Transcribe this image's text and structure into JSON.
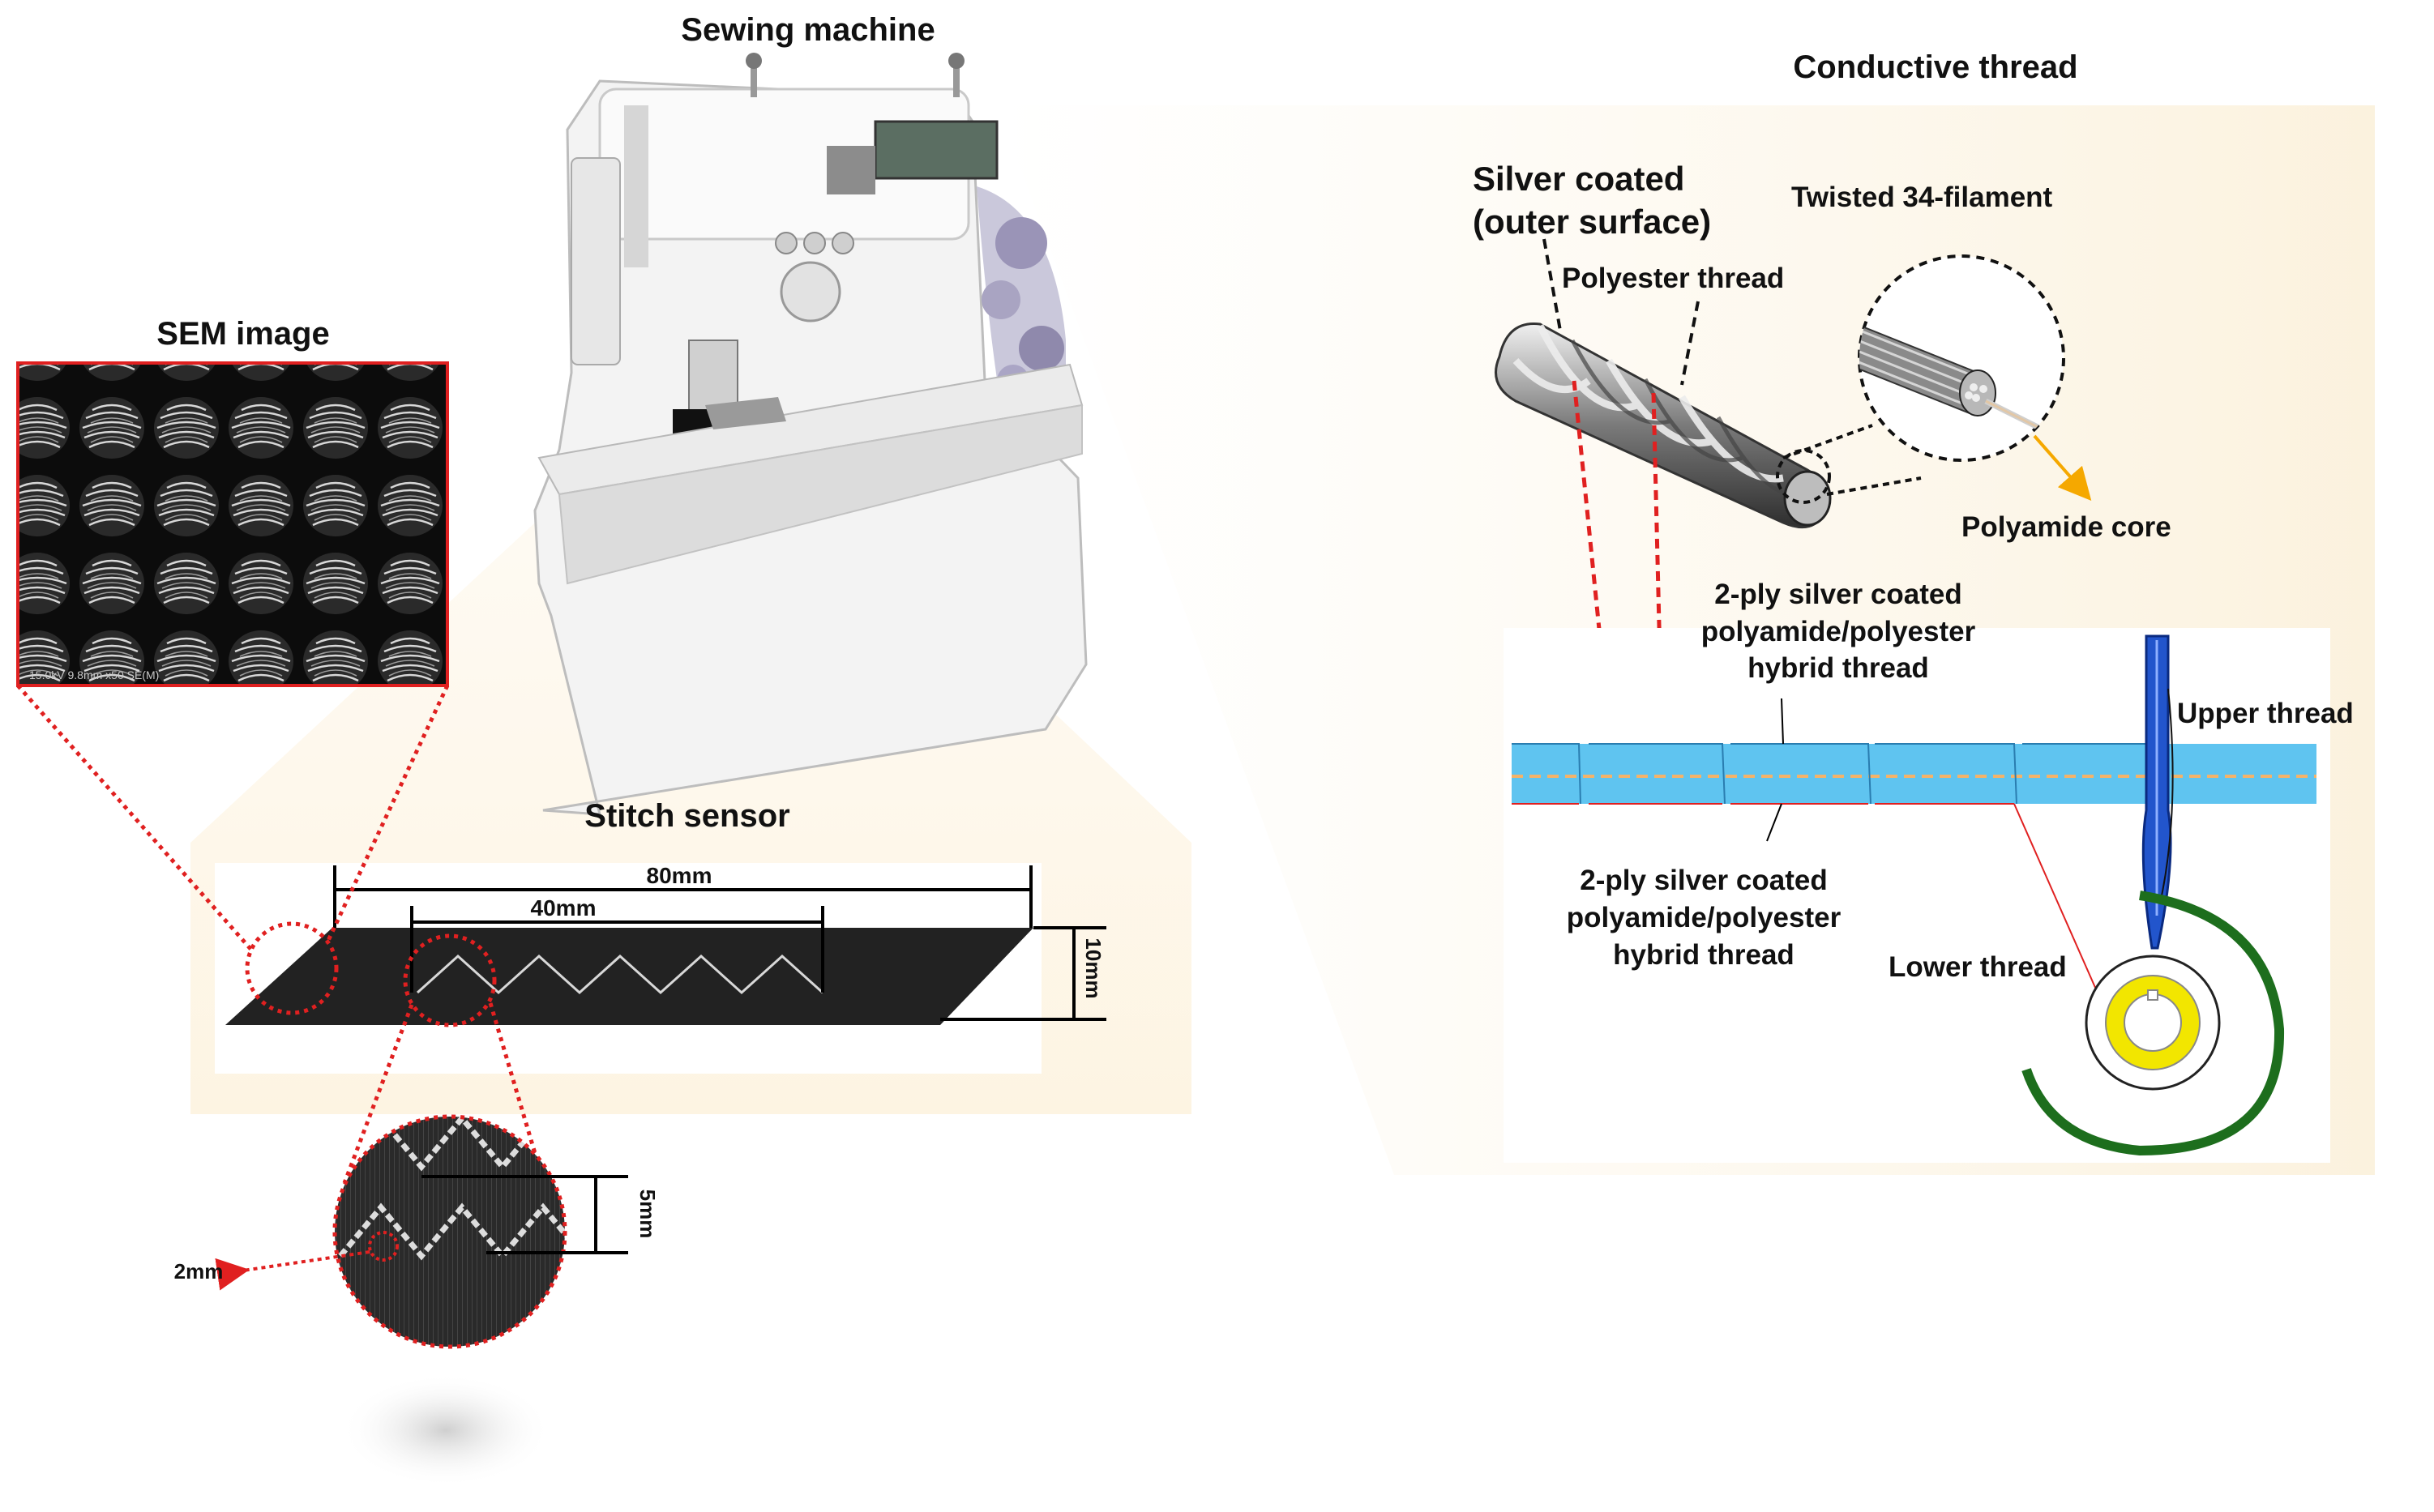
{
  "titles": {
    "sewing_machine": "Sewing machine",
    "sem_image": "SEM image",
    "stitch_sensor": "Stitch sensor",
    "conductive_thread": "Conductive thread"
  },
  "labels": {
    "silver_coated_line1": "Silver coated",
    "silver_coated_line2": "(outer surface)",
    "polyester_thread": "Polyester thread",
    "twisted_filament": "Twisted 34-filament",
    "polyamide_core": "Polyamide core",
    "hybrid_upper": [
      "2-ply silver coated",
      "polyamide/polyester",
      "hybrid thread"
    ],
    "hybrid_lower": [
      "2-ply silver coated",
      "polyamide/polyester",
      "hybrid thread"
    ],
    "upper_thread": "Upper thread",
    "lower_thread": "Lower thread"
  },
  "dimensions": {
    "length_total": "80mm",
    "length_stitch": "40mm",
    "width": "10mm",
    "stitch_height": "5mm",
    "stitch_spacing": "2mm"
  },
  "colors": {
    "callout_red": "#e02020",
    "thread_blue": "#5fc4f0",
    "bobbin_yellow": "#f2e600",
    "hook_green": "#1d6e1d",
    "needle_blue": "#2255cc",
    "polyamide_arrow": "#f5a800"
  }
}
